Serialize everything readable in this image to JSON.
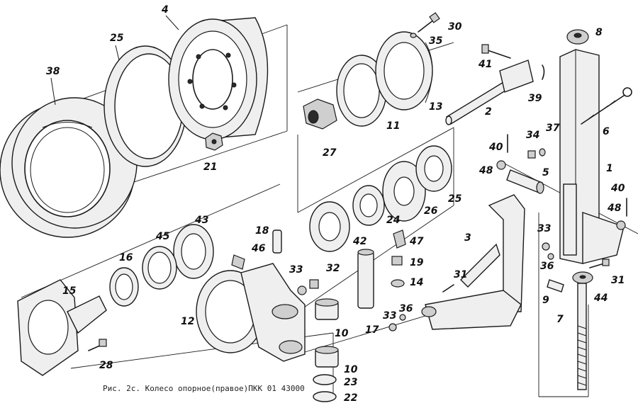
{
  "caption": "Рис. 2с. Колесо опорное(правое)ПКК 01 43000",
  "callouts": [
    {
      "id": "c38",
      "label": "38"
    },
    {
      "id": "c25a",
      "label": "25"
    },
    {
      "id": "c4",
      "label": "4"
    },
    {
      "id": "c21",
      "label": "21"
    },
    {
      "id": "c27",
      "label": "27"
    },
    {
      "id": "c11",
      "label": "11"
    },
    {
      "id": "c13",
      "label": "13"
    },
    {
      "id": "c30",
      "label": "30"
    },
    {
      "id": "c35",
      "label": "35"
    },
    {
      "id": "c41",
      "label": "41"
    },
    {
      "id": "c2",
      "label": "2"
    },
    {
      "id": "c39",
      "label": "39"
    },
    {
      "id": "c8",
      "label": "8"
    },
    {
      "id": "c6",
      "label": "6"
    },
    {
      "id": "c34",
      "label": "34"
    },
    {
      "id": "c37",
      "label": "37"
    },
    {
      "id": "c40a",
      "label": "40"
    },
    {
      "id": "c48a",
      "label": "48"
    },
    {
      "id": "c5",
      "label": "5"
    },
    {
      "id": "c1",
      "label": "1"
    },
    {
      "id": "c40b",
      "label": "40"
    },
    {
      "id": "c48b",
      "label": "48"
    },
    {
      "id": "c25b",
      "label": "25"
    },
    {
      "id": "c26",
      "label": "26"
    },
    {
      "id": "c24",
      "label": "24"
    },
    {
      "id": "c42",
      "label": "42"
    },
    {
      "id": "c47",
      "label": "47"
    },
    {
      "id": "c19",
      "label": "19"
    },
    {
      "id": "c14",
      "label": "14"
    },
    {
      "id": "c3",
      "label": "3"
    },
    {
      "id": "c33a",
      "label": "33"
    },
    {
      "id": "c36a",
      "label": "36"
    },
    {
      "id": "c31a",
      "label": "31"
    },
    {
      "id": "c31b",
      "label": "31"
    },
    {
      "id": "c44",
      "label": "44"
    },
    {
      "id": "c9",
      "label": "9"
    },
    {
      "id": "c7",
      "label": "7"
    },
    {
      "id": "c43",
      "label": "43"
    },
    {
      "id": "c45",
      "label": "45"
    },
    {
      "id": "c16",
      "label": "16"
    },
    {
      "id": "c18",
      "label": "18"
    },
    {
      "id": "c46",
      "label": "46"
    },
    {
      "id": "c33b",
      "label": "33"
    },
    {
      "id": "c32",
      "label": "32"
    },
    {
      "id": "c12",
      "label": "12"
    },
    {
      "id": "c15",
      "label": "15"
    },
    {
      "id": "c28",
      "label": "28"
    },
    {
      "id": "c10a",
      "label": "10"
    },
    {
      "id": "c17",
      "label": "17"
    },
    {
      "id": "c33c",
      "label": "33"
    },
    {
      "id": "c36b",
      "label": "36"
    },
    {
      "id": "c10b",
      "label": "10"
    },
    {
      "id": "c23",
      "label": "23"
    },
    {
      "id": "c22",
      "label": "22"
    }
  ]
}
